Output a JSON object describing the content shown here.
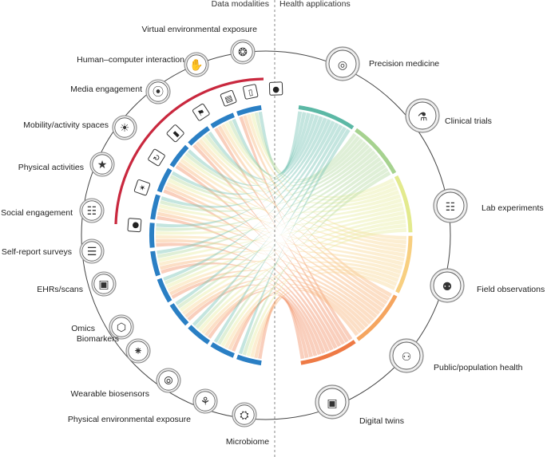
{
  "headers": {
    "left": "Data modalities",
    "right": "Health applications"
  },
  "data_modalities": [
    {
      "label": "Virtual environmental exposure",
      "icon": "vr-headset-icon"
    },
    {
      "label": "Human–computer interaction",
      "icon": "touch-phone-icon"
    },
    {
      "label": "Media engagement",
      "icon": "media-icon"
    },
    {
      "label": "Mobility/activity spaces",
      "icon": "sun-location-icon"
    },
    {
      "label": "Physical activities",
      "icon": "runner-icon"
    },
    {
      "label": "Social engagement",
      "icon": "chat-icon"
    },
    {
      "label": "Self-report surveys",
      "icon": "clipboard-icon"
    },
    {
      "label": "EHRs/scans",
      "icon": "monitor-icon"
    },
    {
      "label": "Omics",
      "icon": "molecule-icon"
    },
    {
      "label": "Biomarkers",
      "icon": "network-icon"
    },
    {
      "label": "Wearable biosensors",
      "icon": "fingerprint-icon"
    },
    {
      "label": "Physical environmental exposure",
      "icon": "plant-hand-icon"
    },
    {
      "label": "Microbiome",
      "icon": "microbe-icon"
    }
  ],
  "health_applications": [
    {
      "label": "Precision medicine",
      "icon": "target-plus-icon",
      "color": "#5bb8a5"
    },
    {
      "label": "Clinical trials",
      "icon": "test-tube-icon",
      "color": "#a6d28f"
    },
    {
      "label": "Lab experiments",
      "icon": "lab-report-icon",
      "color": "#e3ea8e"
    },
    {
      "label": "Field observations",
      "icon": "researcher-icon",
      "color": "#f8cf80"
    },
    {
      "label": "Public/population health",
      "icon": "people-icon",
      "color": "#f5a55f"
    },
    {
      "label": "Digital twins",
      "icon": "twin-screen-icon",
      "color": "#ee7a45"
    }
  ],
  "colors": {
    "modality_bar": "#2a7fc4",
    "device_arc": "#c9283e",
    "outer_ring": "#444444",
    "divider": "#888888"
  }
}
